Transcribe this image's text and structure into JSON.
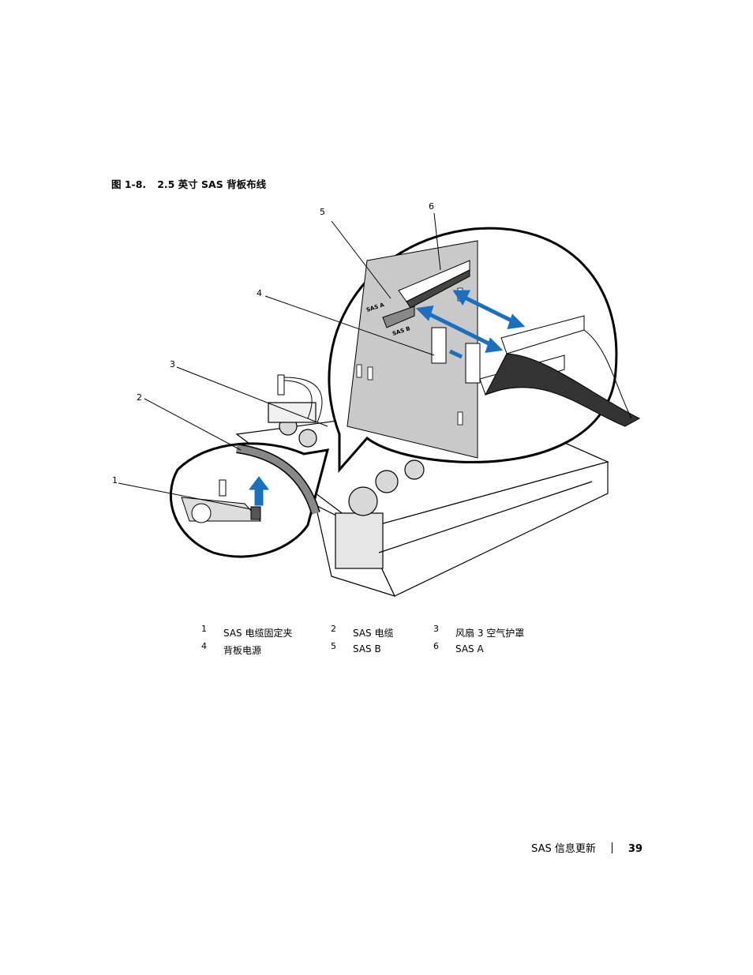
{
  "figure": {
    "number": "图 1-8.",
    "title": "2.5 英寸 SAS 背板布线",
    "callouts": [
      "1",
      "2",
      "3",
      "4",
      "5",
      "6"
    ],
    "board_labels": {
      "sas_a": "SAS A",
      "sas_b": "SAS B"
    }
  },
  "legend": [
    {
      "num": "1",
      "label": "SAS 电缆固定夹"
    },
    {
      "num": "2",
      "label": "SAS 电缆"
    },
    {
      "num": "3",
      "label": "风扇 3 空气护罩"
    },
    {
      "num": "4",
      "label": "背板电源"
    },
    {
      "num": "5",
      "label": "SAS B"
    },
    {
      "num": "6",
      "label": "SAS A"
    }
  ],
  "footer": {
    "section": "SAS 信息更新",
    "page": "39"
  },
  "colors": {
    "arrow_blue": "#1a6fc0",
    "board_gray": "#c9c9c9"
  }
}
